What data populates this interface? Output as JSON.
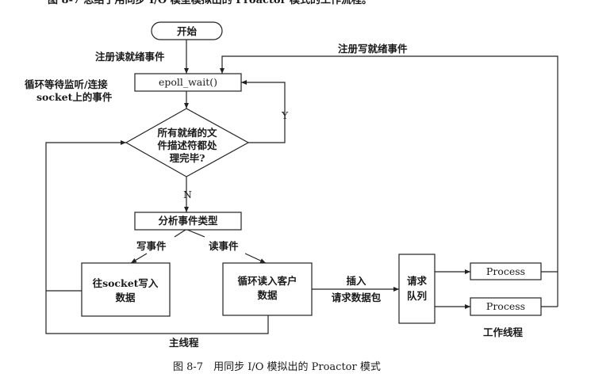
{
  "header_text": "图 8-7 总结了用同步 I/O 模型模拟出的 Proactor 模式的工作流程。",
  "nodes": {
    "start": "开始",
    "epoll_wait": "epoll_wait()",
    "decision": [
      "所有就绪的文",
      "件描述符都处",
      "理完毕?"
    ],
    "analyze": "分析事件类型",
    "write_box": [
      "往socket写入",
      "数据"
    ],
    "read_box": [
      "循环读入客户",
      "数据"
    ],
    "queue": [
      "请求",
      "队列"
    ],
    "process_1": "Process",
    "process_2": "Process"
  },
  "labels": {
    "register_read": "注册读就绪事件",
    "register_write": "注册写就绪事件",
    "loop_wait": [
      "循环等待监听/连接",
      "socket上的事件"
    ],
    "yes": "Y",
    "no": "N",
    "write_event": "写事件",
    "read_event": "读事件",
    "insert": [
      "插入",
      "请求数据包"
    ],
    "main_thread": "主线程",
    "worker_threads": "工作线程"
  },
  "caption": "图 8-7　用同步 I/O 模拟出的 Proactor 模式"
}
